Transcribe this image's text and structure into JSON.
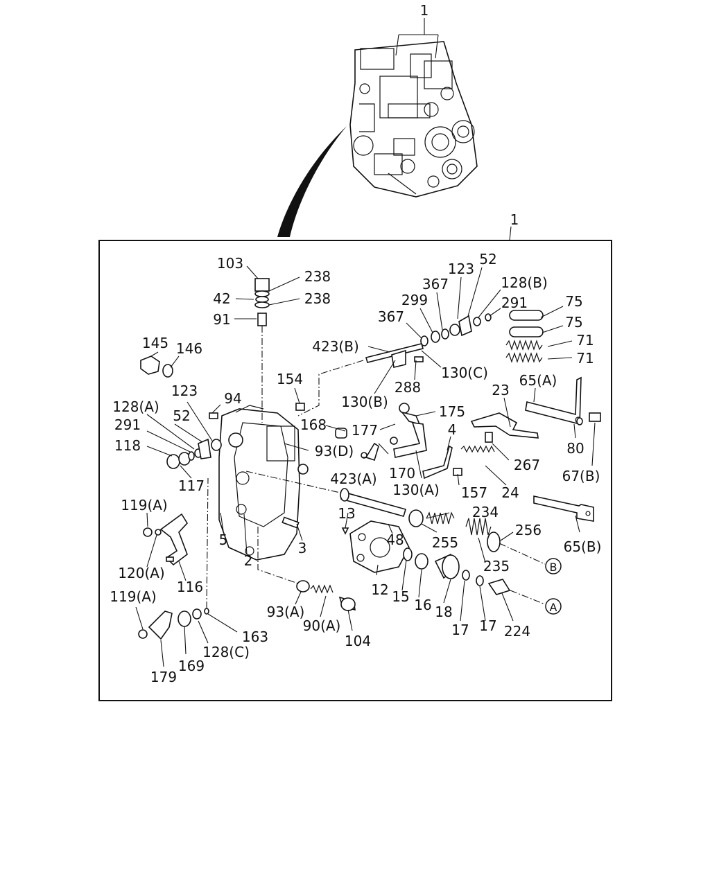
{
  "diagram": {
    "assembly_label_top": "1",
    "assembly_label_frame": "1",
    "callouts": [
      {
        "id": "c103",
        "text": "103"
      },
      {
        "id": "c238a",
        "text": "238"
      },
      {
        "id": "c42",
        "text": "42"
      },
      {
        "id": "c238b",
        "text": "238"
      },
      {
        "id": "c91",
        "text": "91"
      },
      {
        "id": "c145",
        "text": "145"
      },
      {
        "id": "c146",
        "text": "146"
      },
      {
        "id": "c154",
        "text": "154"
      },
      {
        "id": "c94",
        "text": "94"
      },
      {
        "id": "c123a",
        "text": "123"
      },
      {
        "id": "c128A",
        "text": "128(A)"
      },
      {
        "id": "c52a",
        "text": "52"
      },
      {
        "id": "c291a",
        "text": "291"
      },
      {
        "id": "c118",
        "text": "118"
      },
      {
        "id": "c117",
        "text": "117"
      },
      {
        "id": "c168",
        "text": "168"
      },
      {
        "id": "c93D",
        "text": "93(D)"
      },
      {
        "id": "c423B",
        "text": "423(B)"
      },
      {
        "id": "c130B",
        "text": "130(B)"
      },
      {
        "id": "c288",
        "text": "288"
      },
      {
        "id": "c130C",
        "text": "130(C)"
      },
      {
        "id": "c367a",
        "text": "367"
      },
      {
        "id": "c299",
        "text": "299"
      },
      {
        "id": "c367b",
        "text": "367"
      },
      {
        "id": "c123b",
        "text": "123"
      },
      {
        "id": "c52b",
        "text": "52"
      },
      {
        "id": "c128B",
        "text": "128(B)"
      },
      {
        "id": "c291b",
        "text": "291"
      },
      {
        "id": "c75a",
        "text": "75"
      },
      {
        "id": "c75b",
        "text": "75"
      },
      {
        "id": "c71a",
        "text": "71"
      },
      {
        "id": "c71b",
        "text": "71"
      },
      {
        "id": "c65A",
        "text": "65(A)"
      },
      {
        "id": "c23",
        "text": "23"
      },
      {
        "id": "c80",
        "text": "80"
      },
      {
        "id": "c67B",
        "text": "67(B)"
      },
      {
        "id": "c267",
        "text": "267"
      },
      {
        "id": "c175",
        "text": "175"
      },
      {
        "id": "c177",
        "text": "177"
      },
      {
        "id": "c4",
        "text": "4"
      },
      {
        "id": "c170",
        "text": "170"
      },
      {
        "id": "c423A",
        "text": "423(A)"
      },
      {
        "id": "c130A",
        "text": "130(A)"
      },
      {
        "id": "c157",
        "text": "157"
      },
      {
        "id": "c24",
        "text": "24"
      },
      {
        "id": "c65B",
        "text": "65(B)"
      },
      {
        "id": "c119A1",
        "text": "119(A)"
      },
      {
        "id": "c120A",
        "text": "120(A)"
      },
      {
        "id": "c116",
        "text": "116"
      },
      {
        "id": "c5",
        "text": "5"
      },
      {
        "id": "c2",
        "text": "2"
      },
      {
        "id": "c3",
        "text": "3"
      },
      {
        "id": "c13",
        "text": "13"
      },
      {
        "id": "c48",
        "text": "48"
      },
      {
        "id": "c234",
        "text": "234"
      },
      {
        "id": "c255",
        "text": "255"
      },
      {
        "id": "c256",
        "text": "256"
      },
      {
        "id": "c235",
        "text": "235"
      },
      {
        "id": "c12",
        "text": "12"
      },
      {
        "id": "c15",
        "text": "15"
      },
      {
        "id": "c16",
        "text": "16"
      },
      {
        "id": "c18",
        "text": "18"
      },
      {
        "id": "c17a",
        "text": "17"
      },
      {
        "id": "c17b",
        "text": "17"
      },
      {
        "id": "c224",
        "text": "224"
      },
      {
        "id": "c93A",
        "text": "93(A)"
      },
      {
        "id": "c90A",
        "text": "90(A)"
      },
      {
        "id": "c104",
        "text": "104"
      },
      {
        "id": "c163",
        "text": "163"
      },
      {
        "id": "c128C",
        "text": "128(C)"
      },
      {
        "id": "c119A2",
        "text": "119(A)"
      },
      {
        "id": "c169",
        "text": "169"
      },
      {
        "id": "c179",
        "text": "179"
      }
    ],
    "circle_refs": {
      "B": "B",
      "A": "A"
    }
  }
}
